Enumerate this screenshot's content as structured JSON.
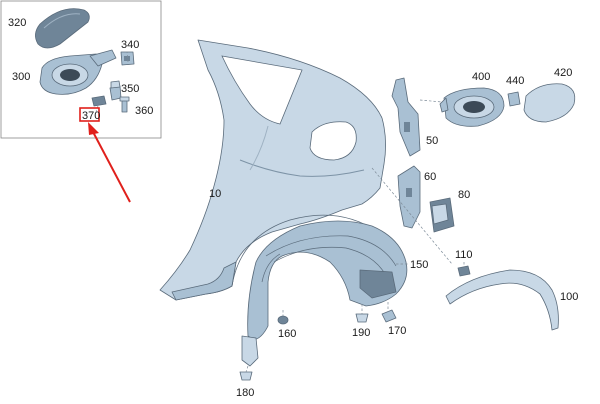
{
  "labels": {
    "l320": "320",
    "l340": "340",
    "l300": "300",
    "l350": "350",
    "l360": "360",
    "l370": "370",
    "l400": "400",
    "l440": "440",
    "l420": "420",
    "l50": "50",
    "l60": "60",
    "l80": "80",
    "l10": "10",
    "l110": "110",
    "l150": "150",
    "l100": "100",
    "l160": "160",
    "l190": "190",
    "l170": "170",
    "l180": "180"
  },
  "colors": {
    "highlight": "#e0201c",
    "panel": "#c8d8e6",
    "outline": "#5a6b7b"
  }
}
